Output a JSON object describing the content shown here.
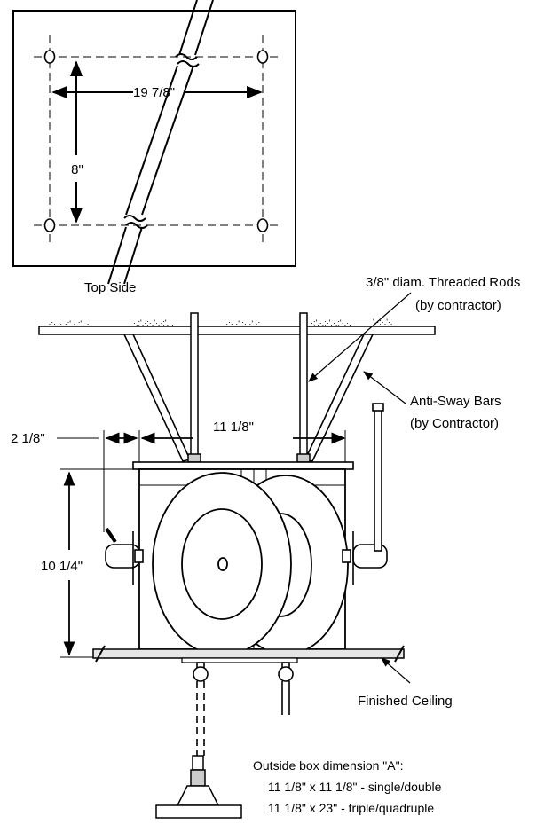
{
  "top_view": {
    "title": "Top Side",
    "width_dim": "19 7/8\"",
    "height_dim": "8\""
  },
  "elevation": {
    "rods_label_line1": "3/8\" diam. Threaded Rods",
    "rods_label_line2": "(by contractor)",
    "antisway_line1": "Anti-Sway Bars",
    "antisway_line2": "(by Contractor)",
    "offset_dim": "2 1/8\"",
    "rod_spacing_dim": "11 1/8\"",
    "height_dim": "10 1/4\"",
    "ceiling_label": "Finished Ceiling"
  },
  "box_dimension": {
    "heading": "Outside box dimension \"A\":",
    "rows": [
      "11 1/8\" x 11 1/8\" - single/double",
      "11 1/8\" x 23\" - triple/quadruple"
    ]
  }
}
